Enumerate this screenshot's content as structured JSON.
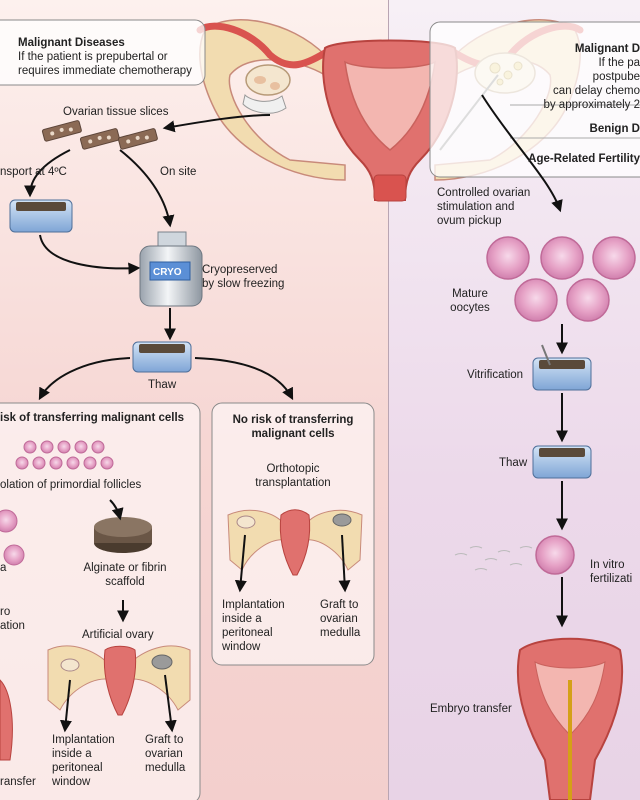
{
  "left_panel": {
    "malignant_box": {
      "title": "Malignant Diseases",
      "line1": "If the patient is prepubertal or",
      "line2": "requires immediate chemotherapy"
    },
    "ovarian_tissue_slices": "Ovarian tissue slices",
    "transport_label": "nsport at 4ºC",
    "on_site": "On site",
    "cryo_label": "CRYO",
    "cryopreserved_1": "Cryopreserved",
    "cryopreserved_2": "by slow freezing",
    "thaw": "Thaw",
    "risk_box": {
      "title": "isk of transferring malignant cells",
      "isolation": "olation of primordial follicles",
      "alginate_1": "Alginate or fibrin",
      "alginate_2": "scaffold",
      "artificial_ovary": "Artificial ovary",
      "ro": "ro",
      "ation": "ation",
      "a_frag": "a",
      "implant_1": "Implantation",
      "implant_2": "inside a",
      "implant_3": "peritoneal",
      "implant_4": "window",
      "graft_1": "Graft to",
      "graft_2": "ovarian",
      "graft_3": "medulla",
      "transfer_frag": "ransfer"
    },
    "no_risk_box": {
      "title_1": "No risk of transferring",
      "title_2": "malignant cells",
      "ortho_1": "Orthotopic",
      "ortho_2": "transplantation",
      "implant_1": "Implantation",
      "implant_2": "inside a",
      "implant_3": "peritoneal",
      "implant_4": "window",
      "graft_1": "Graft to",
      "graft_2": "ovarian",
      "graft_3": "medulla"
    }
  },
  "right_panel": {
    "box": {
      "title": "Malignant D",
      "line1": "If the pa",
      "line2": "postpube",
      "line3": "can delay chemo",
      "line4": "by approximately 2",
      "benign": "Benign D",
      "age": "Age-Related Fertility"
    },
    "controlled_1": "Controlled ovarian",
    "controlled_2": "stimulation and",
    "controlled_3": "ovum pickup",
    "mature_1": "Mature",
    "mature_2": "oocytes",
    "vitrification": "Vitrification",
    "thaw": "Thaw",
    "ivf_1": "In vitro",
    "ivf_2": "fertilizati",
    "embryo_transfer": "Embryo transfer"
  },
  "colors": {
    "left_bg": "#f6d6d3",
    "right_bg": "#ecd9ea",
    "uterus": "#d9534f",
    "tissue": "#f2dcb0",
    "container": "#a9c6e8",
    "oocyte": "#e8a3c8"
  }
}
